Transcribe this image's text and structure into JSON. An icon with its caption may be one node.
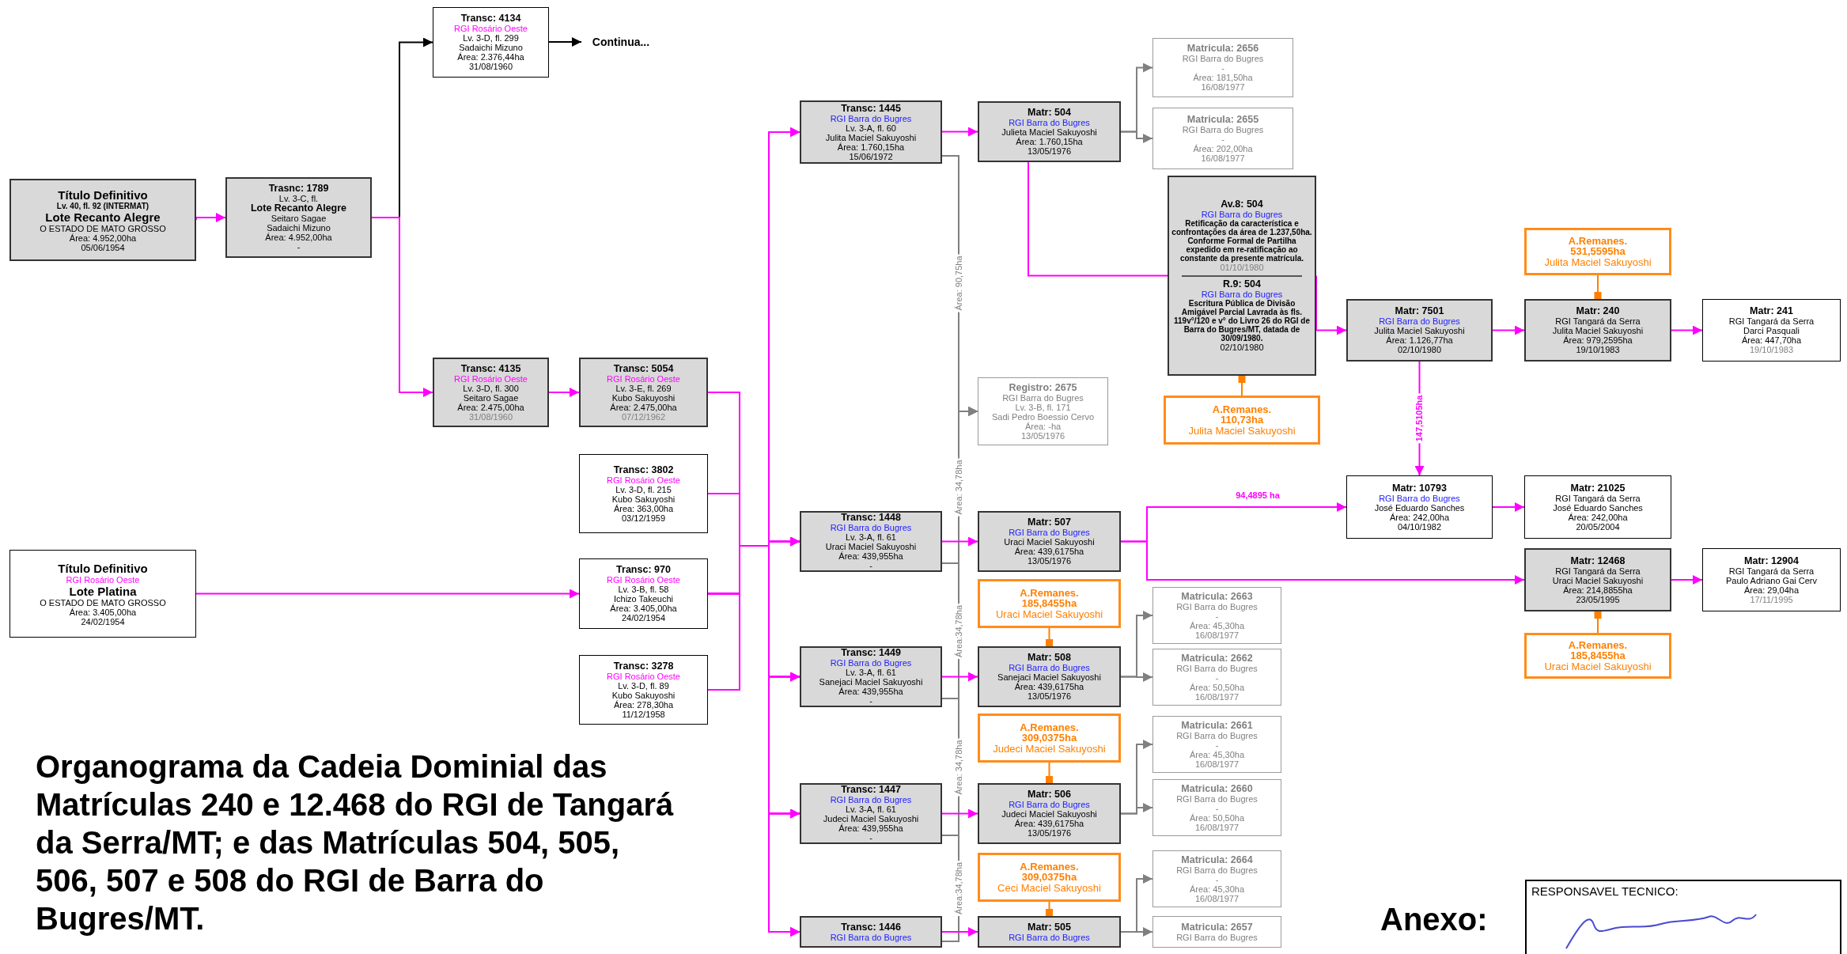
{
  "diagram": {
    "title": "Organograma da Cadeia Dominial das Matrículas 240 e 12.468 do RGI de Tangará da Serra/MT; e das Matrículas 504, 505, 506, 507 e 508 do RGI de Barra do Bugres/MT.",
    "nodes": [
      {
        "text": [
          "Título Definitivo",
          "Lv. 40, fl. 92 (INTERMAT)",
          "Lote Recanto Alegre",
          "O ESTADO DE MATO GROSSO",
          "Área: 4.952,00ha",
          "05/06/1954"
        ]
      },
      {
        "text": [
          "Trasnc: 1789",
          "Lv. 3-C, fl.",
          "Lote Recanto Alegre",
          "Seitaro Sagae",
          "Sadaichi Mizuno",
          "Área: 4.952,00ha",
          "-"
        ]
      },
      {
        "text": [
          "Transc: 4134",
          "RGI Rosário Oeste",
          "Lv. 3-D, fl. 299",
          "Sadaichi Mizuno",
          "Área: 2.376,44ha",
          "31/08/1960"
        ]
      },
      {
        "text": [
          "Continua..."
        ]
      },
      {
        "text": [
          "Transc: 4135",
          "RGI Rosário Oeste",
          "Lv. 3-D, fl. 300",
          "Seitaro Sagae",
          "Área: 2.475,00ha",
          "31/08/1960"
        ]
      },
      {
        "text": [
          "Transc: 5054",
          "RGI Rosário Oeste",
          "Lv. 3-E, fl. 269",
          "Kubo Sakuyoshi",
          "Área: 2.475,00ha",
          "07/12/1962"
        ]
      },
      {
        "text": [
          "Transc: 3802",
          "RGI Rosário Oeste",
          "Lv. 3-D, fl. 215",
          "Kubo Sakuyoshi",
          "Área: 363,00ha",
          "03/12/1959"
        ]
      },
      {
        "text": [
          "Título Definitivo",
          "RGI Rosário Oeste",
          "Lote Platina",
          "O ESTADO DE MATO GROSSO",
          "Área: 3.405,00ha",
          "24/02/1954"
        ]
      },
      {
        "text": [
          "Transc: 970",
          "RGI Rosário Oeste",
          "Lv. 3-B, fl. 58",
          "Ichizo Takeuchi",
          "Área: 3.405,00ha",
          "24/02/1954"
        ]
      },
      {
        "text": [
          "Transc: 3278",
          "RGI Rosário Oeste",
          "Lv. 3-D, fl. 89",
          "Kubo Sakuyoshi",
          "Área: 278,30ha",
          "11/12/1958"
        ]
      },
      {
        "text": [
          "Transc: 1445",
          "RGI Barra do Bugres",
          "Lv. 3-A, fl. 60",
          "Julita Maciel Sakuyoshi",
          "Área: 1.760,15ha",
          "15/06/1972"
        ]
      },
      {
        "text": [
          "Matr: 504",
          "RGI Barra do Bugres",
          "Julieta Maciel Sakuyoshi",
          "Área: 1.760,15ha",
          "13/05/1976"
        ]
      },
      {
        "text": [
          "Matricula: 2656",
          "RGI Barra do Bugres",
          "-",
          "Área: 181,50ha",
          "16/08/1977"
        ]
      },
      {
        "text": [
          "Matricula: 2655",
          "RGI Barra do Bugres",
          "-",
          "Área: 202,00ha",
          "16/08/1977"
        ]
      },
      {
        "text": [
          "Av.8: 504",
          "RGI Barra do Bugres",
          "Retificação da característica e confrontações da área de 1.237,50ha. Conforme Formal de Partilha expedido em re-ratificação ao constante da presente matrícula.",
          "01/10/1980",
          "R.9: 504",
          "RGI Barra do Bugres",
          "Escritura Pública de Divisão Amigável Parcial Lavrada às fls. 119v°/120 e v° do Livro 26 do RGI de Barra do Bugres/MT, datada de 30/09/1980.",
          "02/10/1980"
        ]
      },
      {
        "text": [
          "A.Remanes.",
          "110,73ha",
          "Julita Maciel Sakuyoshi"
        ]
      },
      {
        "text": [
          "A.Remanes.",
          "531,5595ha",
          "Julita Maciel Sakuyoshi"
        ]
      },
      {
        "text": [
          "Matr: 7501",
          "RGI Barra do Bugres",
          "Julita Maciel Sakuyoshi",
          "Área: 1.126,77ha",
          "02/10/1980"
        ]
      },
      {
        "text": [
          "Matr: 240",
          "RGI Tangará da Serra",
          "Julita Maciel Sakuyoshi",
          "Área: 979,2595ha",
          "19/10/1983"
        ]
      },
      {
        "text": [
          "Matr: 241",
          "RGI Tangará da Serra",
          "Darci Pasquali",
          "Área: 447,70ha",
          "19/10/1983"
        ]
      },
      {
        "text": [
          "Registro: 2675",
          "RGI Barra do Bugres",
          "Lv. 3-B, fl. 171",
          "Sadi Pedro Boessio Cervo",
          "Área: -ha",
          "13/05/1976"
        ]
      },
      {
        "text": [
          "Transc: 1448",
          "RGI Barra do Bugres",
          "Lv. 3-A, fl. 61",
          "Uraci Maciel Sakuyoshi",
          "Área: 439,955ha",
          "-"
        ]
      },
      {
        "text": [
          "Matr: 507",
          "RGI Barra do Bugres",
          "Uraci Maciel Sakuyoshi",
          "Área: 439,6175ha",
          "13/05/1976"
        ]
      },
      {
        "text": [
          "Matr: 10793",
          "RGI Barra do Bugres",
          "José Eduardo Sanches",
          "Área: 242,00ha",
          "04/10/1982"
        ]
      },
      {
        "text": [
          "Matr: 21025",
          "RGI Tangará da Serra",
          "José Eduardo Sanches",
          "Área: 242,00ha",
          "20/05/2004"
        ]
      },
      {
        "text": [
          "Matr: 12468",
          "RGI Tangará da Serra",
          "Uraci Maciel Sakuyoshi",
          "Área: 214,8855ha",
          "23/05/1995"
        ]
      },
      {
        "text": [
          "Matr: 12904",
          "RGI Tangará da Serra",
          "Paulo Adriano Gai Cerv",
          "Área: 29,04ha",
          "17/11/1995"
        ]
      },
      {
        "text": [
          "A.Remanes.",
          "185,8455ha",
          "Uraci Maciel Sakuyoshi"
        ]
      },
      {
        "text": [
          "A.Remanes.",
          "185,8455ha",
          "Uraci Maciel Sakuyoshi"
        ]
      },
      {
        "text": [
          "Matricula: 2663",
          "RGI Barra do Bugres",
          "-",
          "Área: 45,30ha",
          "16/08/1977"
        ]
      },
      {
        "text": [
          "Transc: 1449",
          "RGI Barra do Bugres",
          "Lv. 3-A, fl. 61",
          "Sanejaci Maciel Sakuyoshi",
          "Área: 439,955ha",
          "-"
        ]
      },
      {
        "text": [
          "Matr: 508",
          "RGI Barra do Bugres",
          "Sanejaci Maciel Sakuyoshi",
          "Área: 439,6175ha",
          "13/05/1976"
        ]
      },
      {
        "text": [
          "Matricula: 2662",
          "RGI Barra do Bugres",
          "-",
          "Área: 50,50ha",
          "16/08/1977"
        ]
      },
      {
        "text": [
          "A.Remanes.",
          "309,0375ha",
          "Judeci Maciel Sakuyoshi"
        ]
      },
      {
        "text": [
          "Matricula: 2661",
          "RGI Barra do Bugres",
          "-",
          "Área: 45,30ha",
          "16/08/1977"
        ]
      },
      {
        "text": [
          "Transc: 1447",
          "RGI Barra do Bugres",
          "Lv. 3-A, fl. 61",
          "Judeci Maciel Sakuyoshi",
          "Área: 439,955ha",
          "-"
        ]
      },
      {
        "text": [
          "Matr: 506",
          "RGI Barra do Bugres",
          "Judeci Maciel Sakuyoshi",
          "Área: 439,6175ha",
          "13/05/1976"
        ]
      },
      {
        "text": [
          "Matricula: 2660",
          "RGI Barra do Bugres",
          "-",
          "Área: 50,50ha",
          "16/08/1977"
        ]
      },
      {
        "text": [
          "A.Remanes.",
          "309,0375ha",
          "Ceci Maciel Sakuyoshi"
        ]
      },
      {
        "text": [
          "Matricula: 2664",
          "RGI Barra do Bugres",
          "-",
          "Área: 45,30ha",
          "16/08/1977"
        ]
      },
      {
        "text": [
          "Transc: 1446",
          "RGI Barra do Bugres"
        ]
      },
      {
        "text": [
          "Matr: 505",
          "RGI Barra do Bugres"
        ]
      },
      {
        "text": [
          "Matricula: 2657",
          "RGI Barra do Bugres"
        ]
      }
    ],
    "edges": [
      {
        "from": 0,
        "to": 1,
        "arrow": "to"
      },
      {
        "from": 1,
        "to": 2,
        "arrow": "to",
        "color": "#000000"
      },
      {
        "from": 1,
        "to": 4,
        "arrow": "to"
      },
      {
        "from": 2,
        "to": 3,
        "arrow": "to",
        "color": "#000000"
      },
      {
        "from": 4,
        "to": 5,
        "arrow": "to"
      },
      {
        "from": 7,
        "to": 8,
        "arrow": "to"
      },
      {
        "from": 5,
        "to": 10,
        "arrow": "to"
      },
      {
        "from": 5,
        "to": 21,
        "arrow": "to"
      },
      {
        "from": 5,
        "to": 30,
        "arrow": "to"
      },
      {
        "from": 5,
        "to": 35,
        "arrow": "to"
      },
      {
        "from": 5,
        "to": 40,
        "arrow": "to"
      },
      {
        "from": 6,
        "to": 10,
        "arrow": "to"
      },
      {
        "from": 6,
        "to": 21,
        "arrow": "to"
      },
      {
        "from": 6,
        "to": 30,
        "arrow": "to"
      },
      {
        "from": 6,
        "to": 35,
        "arrow": "to"
      },
      {
        "from": 6,
        "to": 40,
        "arrow": "to"
      },
      {
        "from": 8,
        "to": 10,
        "arrow": "to"
      },
      {
        "from": 8,
        "to": 21,
        "arrow": "to"
      },
      {
        "from": 8,
        "to": 30,
        "arrow": "to"
      },
      {
        "from": 8,
        "to": 35,
        "arrow": "to"
      },
      {
        "from": 8,
        "to": 40,
        "arrow": "to"
      },
      {
        "from": 9,
        "to": 10,
        "arrow": "to"
      },
      {
        "from": 9,
        "to": 21,
        "arrow": "to"
      },
      {
        "from": 9,
        "to": 30,
        "arrow": "to"
      },
      {
        "from": 9,
        "to": 35,
        "arrow": "to"
      },
      {
        "from": 9,
        "to": 40,
        "arrow": "to"
      },
      {
        "from": 10,
        "to": 11,
        "arrow": "to"
      },
      {
        "from": 11,
        "to": 12,
        "arrow": "to",
        "color": "#808080"
      },
      {
        "from": 11,
        "to": 13,
        "arrow": "to",
        "color": "#808080"
      },
      {
        "from": 11,
        "to": 14,
        "arrow": "none"
      },
      {
        "from": 15,
        "to": 14,
        "arrow": "other",
        "color": "#ff8000"
      },
      {
        "from": 14,
        "to": 17,
        "arrow": "to"
      },
      {
        "from": 16,
        "to": 18,
        "arrow": "other",
        "color": "#ff8000"
      },
      {
        "from": 17,
        "to": 18,
        "arrow": "to"
      },
      {
        "from": 18,
        "to": 19,
        "arrow": "to"
      },
      {
        "from": 10,
        "to": 20,
        "arrow": "to",
        "label": "Área: 90,75ha",
        "color": "#808080"
      },
      {
        "from": 21,
        "to": 20,
        "arrow": "to",
        "label": "Área: 34,78ha",
        "color": "#808080"
      },
      {
        "from": 30,
        "to": 20,
        "arrow": "to",
        "label": "Área:34,78ha",
        "color": "#808080"
      },
      {
        "from": 35,
        "to": 20,
        "arrow": "to",
        "label": "Área: 34,78ha",
        "color": "#808080"
      },
      {
        "from": 40,
        "to": 20,
        "arrow": "to",
        "label": "Área:34,78ha",
        "color": "#808080"
      },
      {
        "from": 17,
        "to": 23,
        "arrow": "to",
        "label": "147,5105ha"
      },
      {
        "from": 21,
        "to": 22,
        "arrow": "to"
      },
      {
        "from": 22,
        "to": 23,
        "arrow": "to",
        "label": "94,4895 ha"
      },
      {
        "from": 22,
        "to": 25,
        "arrow": "to"
      },
      {
        "from": 23,
        "to": 24,
        "arrow": "to"
      },
      {
        "from": 25,
        "to": 26,
        "arrow": "to"
      },
      {
        "from": 27,
        "to": 25,
        "arrow": "other",
        "color": "#ff8000"
      },
      {
        "from": 28,
        "to": 31,
        "arrow": "other",
        "color": "#ff8000"
      },
      {
        "from": 30,
        "to": 31,
        "arrow": "to"
      },
      {
        "from": 31,
        "to": 29,
        "arrow": "to",
        "color": "#808080"
      },
      {
        "from": 31,
        "to": 32,
        "arrow": "to",
        "color": "#808080"
      },
      {
        "from": 33,
        "to": 36,
        "arrow": "other",
        "color": "#ff8000"
      },
      {
        "from": 35,
        "to": 36,
        "arrow": "to"
      },
      {
        "from": 36,
        "to": 34,
        "arrow": "to",
        "color": "#808080"
      },
      {
        "from": 36,
        "to": 37,
        "arrow": "to",
        "color": "#808080"
      },
      {
        "from": 38,
        "to": 41,
        "arrow": "other",
        "color": "#ff8000"
      },
      {
        "from": 40,
        "to": 41,
        "arrow": "to"
      },
      {
        "from": 41,
        "to": 39,
        "arrow": "to",
        "color": "#808080"
      },
      {
        "from": 41,
        "to": 42,
        "arrow": "to",
        "color": "#808080"
      }
    ],
    "labels": [
      "Anexo:",
      "RESPONSAVEL TECNICO:"
    ]
  }
}
